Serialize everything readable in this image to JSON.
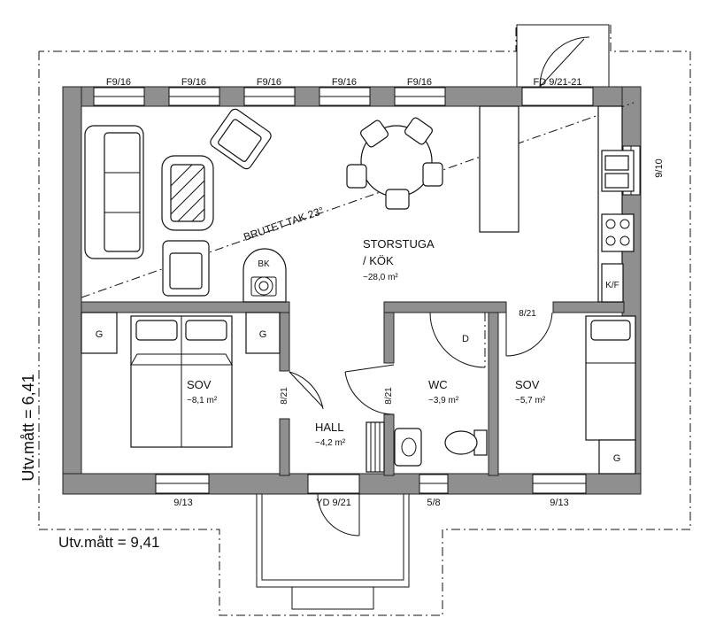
{
  "windows": {
    "top": [
      "F9/16",
      "F9/16",
      "F9/16",
      "F9/16",
      "F9/16"
    ],
    "patio_door": "FD 9/21-21",
    "right": "9/10",
    "bottom_left": "9/13",
    "bottom_right": "9/13",
    "bottom_wc": "5/8",
    "entry_door": "YD 9/21"
  },
  "rooms": {
    "living": {
      "name_line1": "STORSTUGA",
      "name_line2": "/ KÖK",
      "area": "~28,0 m²"
    },
    "bed1": {
      "name": "SOV",
      "area": "~8,1 m²"
    },
    "bed2": {
      "name": "SOV",
      "area": "~5,7 m²"
    },
    "wc": {
      "name": "WC",
      "area": "~3,9 m²"
    },
    "hall": {
      "name": "HALL",
      "area": "~4,2 m²"
    }
  },
  "doors": {
    "d1": "8/21",
    "d2": "8/21",
    "d3": "8/21"
  },
  "fixtures": {
    "fireplace": "BK",
    "fridge": "K/F",
    "wardrobe": "G",
    "shower": "D"
  },
  "ceiling_note": "BRUTET TAK 23°",
  "dimensions": {
    "height": "Utv.mått = 6,41",
    "width": "Utv.mått = 9,41"
  }
}
